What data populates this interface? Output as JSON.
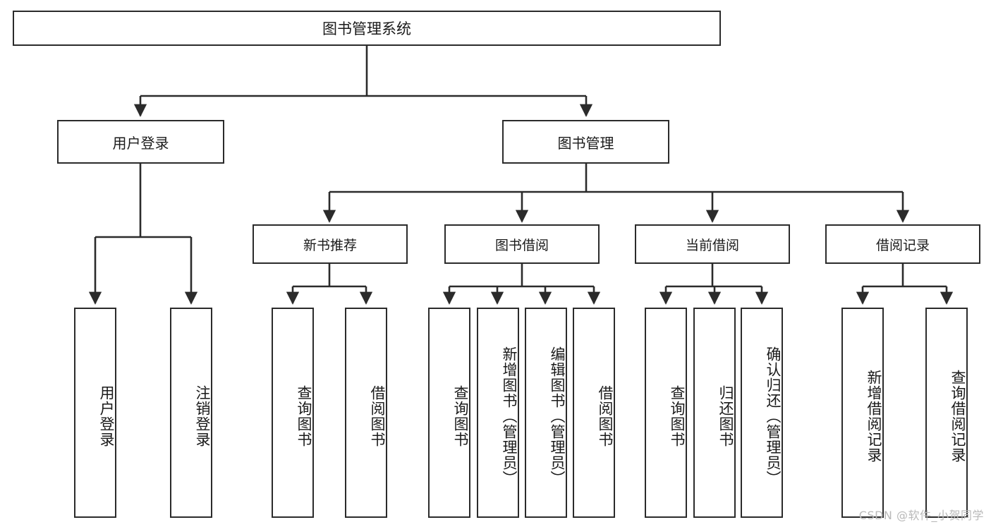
{
  "diagram": {
    "type": "tree",
    "title": "图书管理系统",
    "watermark": "CSDN @软件_小贺同学",
    "colors": {
      "stroke": "#2b2b2b",
      "fill": "#ffffff",
      "text": "#1a1a1a",
      "watermark": "#b9b9b9",
      "background": "#ffffff"
    },
    "nodes": {
      "root": {
        "label": "图书管理系统"
      },
      "tier2": [
        {
          "label": "用户登录"
        },
        {
          "label": "图书管理"
        }
      ],
      "tier3": [
        {
          "label": "新书推荐"
        },
        {
          "label": "图书借阅"
        },
        {
          "label": "当前借阅"
        },
        {
          "label": "借阅记录"
        }
      ],
      "leaves": {
        "user_login": [
          {
            "label": "用户登录"
          },
          {
            "label": "注销登录"
          }
        ],
        "new_book": [
          {
            "label": "查询图书"
          },
          {
            "label": "借阅图书"
          }
        ],
        "borrow_book": [
          {
            "label": "查询图书"
          },
          {
            "label": "新增图书（管理员）"
          },
          {
            "label": "编辑图书（管理员）"
          },
          {
            "label": "借阅图书"
          }
        ],
        "current_borrow": [
          {
            "label": "查询图书"
          },
          {
            "label": "归还图书"
          },
          {
            "label": "确认归还（管理员）"
          }
        ],
        "borrow_record": [
          {
            "label": "新增借阅记录"
          },
          {
            "label": "查询借阅记录"
          }
        ]
      }
    }
  }
}
